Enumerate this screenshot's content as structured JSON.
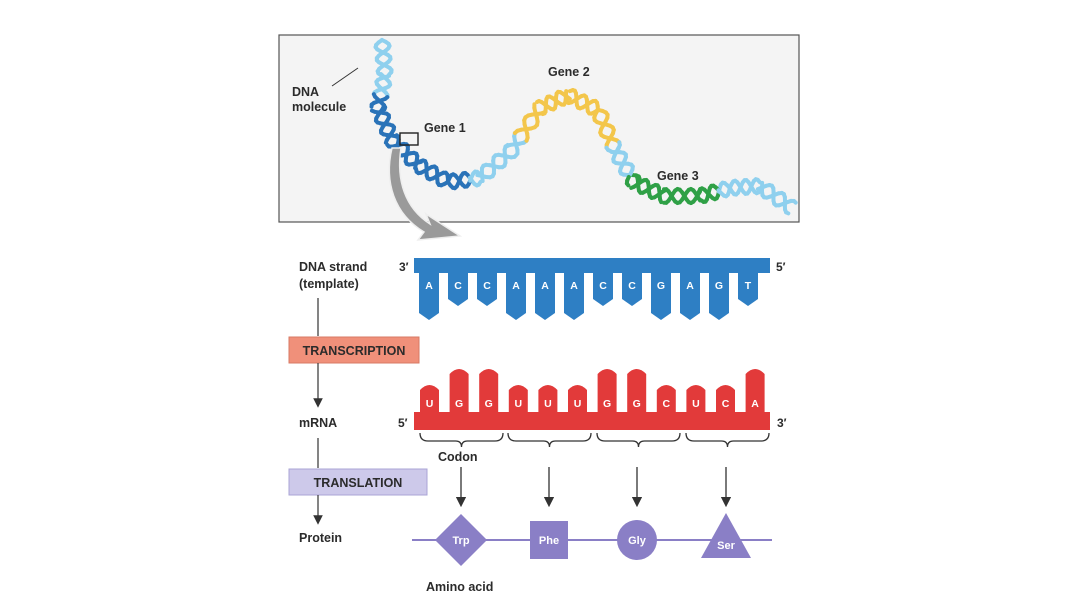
{
  "top_panel": {
    "dna_label_line1": "DNA",
    "dna_label_line2": "molecule",
    "gene1": "Gene 1",
    "gene2": "Gene 2",
    "gene3": "Gene 3"
  },
  "left_labels": {
    "dna_strand_line1": "DNA strand",
    "dna_strand_line2": "(template)",
    "transcription": "TRANSCRIPTION",
    "mrna": "mRNA",
    "translation": "TRANSLATION",
    "protein": "Protein"
  },
  "dna_strand": {
    "left_end": "3′",
    "right_end": "5′",
    "bases": [
      "A",
      "C",
      "C",
      "A",
      "A",
      "A",
      "C",
      "C",
      "G",
      "A",
      "G",
      "T"
    ]
  },
  "mrna": {
    "left_end": "5′",
    "right_end": "3′",
    "bases": [
      "U",
      "G",
      "G",
      "U",
      "U",
      "U",
      "G",
      "G",
      "C",
      "U",
      "C",
      "A"
    ]
  },
  "codon_label": "Codon",
  "amino_acid_label": "Amino acid",
  "amino_acids": [
    {
      "name": "Trp",
      "shape": "diamond"
    },
    {
      "name": "Phe",
      "shape": "square"
    },
    {
      "name": "Gly",
      "shape": "circle"
    },
    {
      "name": "Ser",
      "shape": "triangle"
    }
  ],
  "colors": {
    "dna_blue": "#2e7fc4",
    "mrna_red": "#e23a3a",
    "transcription_box": "#f0907a",
    "translation_box": "#cdc9ea",
    "amino_purple": "#8a7fc6",
    "gene1_blue": "#2a73b8",
    "gene2_yellow": "#f3c64b",
    "gene3_green": "#2fa046",
    "light_blue": "#8fd0ee"
  }
}
